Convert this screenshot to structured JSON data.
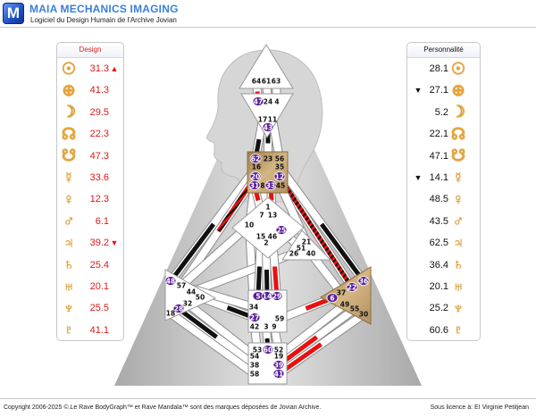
{
  "header": {
    "logo_letter": "M",
    "title": "MAIA MECHANICS IMAGING",
    "subtitle": "Logiciel du Design Humain de l'Archive Jovian"
  },
  "design": {
    "title": "Design",
    "color": "#e01818",
    "rows": [
      {
        "planet": "sun",
        "symbol": "☉",
        "value": "31.3",
        "marker": "▲"
      },
      {
        "planet": "earth",
        "symbol": "⊕",
        "value": "41.3",
        "marker": ""
      },
      {
        "planet": "moon",
        "symbol": "☽",
        "value": "29.5",
        "marker": ""
      },
      {
        "planet": "north-node",
        "symbol": "☊",
        "value": "22.3",
        "marker": ""
      },
      {
        "planet": "south-node",
        "symbol": "☋",
        "value": "47.3",
        "marker": ""
      },
      {
        "planet": "mercury",
        "symbol": "☿",
        "value": "33.6",
        "marker": ""
      },
      {
        "planet": "venus",
        "symbol": "♀",
        "value": "12.3",
        "marker": ""
      },
      {
        "planet": "mars",
        "symbol": "♂",
        "value": "6.1",
        "marker": ""
      },
      {
        "planet": "jupiter",
        "symbol": "♃",
        "value": "39.2",
        "marker": "▼"
      },
      {
        "planet": "saturn",
        "symbol": "♄",
        "value": "25.4",
        "marker": ""
      },
      {
        "planet": "uranus",
        "symbol": "♅",
        "value": "20.1",
        "marker": ""
      },
      {
        "planet": "neptune",
        "symbol": "♆",
        "value": "25.5",
        "marker": ""
      },
      {
        "planet": "pluto",
        "symbol": "♇",
        "value": "41.1",
        "marker": ""
      }
    ]
  },
  "personality": {
    "title": "Personnalité",
    "color": "#111111",
    "rows": [
      {
        "planet": "sun",
        "symbol": "☉",
        "value": "28.1",
        "marker": ""
      },
      {
        "planet": "earth",
        "symbol": "⊕",
        "value": "27.1",
        "marker": "▼"
      },
      {
        "planet": "moon",
        "symbol": "☽",
        "value": "5.2",
        "marker": ""
      },
      {
        "planet": "north-node",
        "symbol": "☊",
        "value": "22.1",
        "marker": ""
      },
      {
        "planet": "south-node",
        "symbol": "☋",
        "value": "47.1",
        "marker": ""
      },
      {
        "planet": "mercury",
        "symbol": "☿",
        "value": "14.1",
        "marker": "▼"
      },
      {
        "planet": "venus",
        "symbol": "♀",
        "value": "48.5",
        "marker": ""
      },
      {
        "planet": "mars",
        "symbol": "♂",
        "value": "43.5",
        "marker": ""
      },
      {
        "planet": "jupiter",
        "symbol": "♃",
        "value": "62.5",
        "marker": ""
      },
      {
        "planet": "saturn",
        "symbol": "♄",
        "value": "36.4",
        "marker": ""
      },
      {
        "planet": "uranus",
        "symbol": "♅",
        "value": "20.1",
        "marker": ""
      },
      {
        "planet": "neptune",
        "symbol": "♆",
        "value": "25.2",
        "marker": ""
      },
      {
        "planet": "pluto",
        "symbol": "♇",
        "value": "60.6",
        "marker": ""
      }
    ]
  },
  "bodygraph": {
    "colors": {
      "defined": "#c2a36e",
      "undefined": "#ffffff",
      "design": "#e81010",
      "personality": "#111111",
      "active_gate": "#5a1e96"
    },
    "centers": [
      {
        "name": "head",
        "defined": false
      },
      {
        "name": "ajna",
        "defined": false
      },
      {
        "name": "throat",
        "defined": true
      },
      {
        "name": "g",
        "defined": false
      },
      {
        "name": "heart",
        "defined": false
      },
      {
        "name": "spleen",
        "defined": false
      },
      {
        "name": "sacral",
        "defined": false
      },
      {
        "name": "root",
        "defined": false
      },
      {
        "name": "solar-plexus",
        "defined": true
      }
    ],
    "active_gates": [
      47,
      43,
      62,
      20,
      12,
      31,
      33,
      25,
      48,
      28,
      5,
      14,
      29,
      27,
      60,
      39,
      41,
      6,
      22,
      36
    ],
    "gates": [
      "64",
      "61",
      "63",
      "47",
      "24",
      "4",
      "17",
      "11",
      "43",
      "62",
      "23",
      "56",
      "16",
      "35",
      "20",
      "12",
      "31",
      "8",
      "33",
      "45",
      "1",
      "7",
      "13",
      "10",
      "25",
      "15",
      "46",
      "2",
      "21",
      "51",
      "26",
      "40",
      "48",
      "57",
      "44",
      "50",
      "32",
      "28",
      "18",
      "5",
      "14",
      "29",
      "34",
      "27",
      "59",
      "42",
      "3",
      "9",
      "53",
      "60",
      "52",
      "54",
      "19",
      "38",
      "39",
      "58",
      "41",
      "36",
      "22",
      "37",
      "6",
      "49",
      "55",
      "30"
    ],
    "channels": [
      {
        "a": 64,
        "b": 47,
        "act": "design",
        "part": "b"
      },
      {
        "a": 61,
        "b": 24,
        "act": "none"
      },
      {
        "a": 63,
        "b": 4,
        "act": "none"
      },
      {
        "a": 17,
        "b": 62,
        "act": "personality",
        "part": "b"
      },
      {
        "a": 43,
        "b": 23,
        "act": "personality",
        "part": "a"
      },
      {
        "a": 11,
        "b": 56,
        "act": "none"
      },
      {
        "a": 16,
        "b": 48,
        "act": "personality",
        "part": "b"
      },
      {
        "a": 20,
        "b": 57,
        "act": "both",
        "part": "a"
      },
      {
        "a": 20,
        "b": 34,
        "act": "none"
      },
      {
        "a": 20,
        "b": 10,
        "act": "none"
      },
      {
        "a": 10,
        "b": 57,
        "act": "none"
      },
      {
        "a": 10,
        "b": 34,
        "act": "none"
      },
      {
        "a": 31,
        "b": 7,
        "act": "design",
        "part": "a"
      },
      {
        "a": 8,
        "b": 1,
        "act": "none"
      },
      {
        "a": 33,
        "b": 13,
        "act": "design",
        "part": "a"
      },
      {
        "a": 12,
        "b": 22,
        "act": "both",
        "part": "full"
      },
      {
        "a": 35,
        "b": 36,
        "act": "personality",
        "part": "b"
      },
      {
        "a": 45,
        "b": 21,
        "act": "none"
      },
      {
        "a": 25,
        "b": 51,
        "act": "both",
        "part": "a"
      },
      {
        "a": 26,
        "b": 44,
        "act": "none"
      },
      {
        "a": 40,
        "b": 37,
        "act": "none"
      },
      {
        "a": 15,
        "b": 5,
        "act": "personality",
        "part": "b"
      },
      {
        "a": 2,
        "b": 14,
        "act": "personality",
        "part": "b"
      },
      {
        "a": 46,
        "b": 29,
        "act": "design",
        "part": "b"
      },
      {
        "a": 50,
        "b": 27,
        "act": "personality",
        "part": "b"
      },
      {
        "a": 57,
        "b": 34,
        "act": "none"
      },
      {
        "a": 59,
        "b": 6,
        "act": "design",
        "part": "b"
      },
      {
        "a": 32,
        "b": 54,
        "act": "none"
      },
      {
        "a": 28,
        "b": 38,
        "act": "personality",
        "part": "a"
      },
      {
        "a": 18,
        "b": 58,
        "act": "none"
      },
      {
        "a": 42,
        "b": 53,
        "act": "none"
      },
      {
        "a": 3,
        "b": 60,
        "act": "personality",
        "part": "b"
      },
      {
        "a": 9,
        "b": 52,
        "act": "none"
      },
      {
        "a": 19,
        "b": 49,
        "act": "none"
      },
      {
        "a": 39,
        "b": 55,
        "act": "design",
        "part": "a"
      },
      {
        "a": 41,
        "b": 30,
        "act": "design",
        "part": "a"
      }
    ]
  },
  "footer": {
    "copyright": "Copyright 2006-2025 ©.Le Rave BodyGraph™ et Rave Mandala™ sont des marques déposées de Jovian Archive.",
    "license": "Sous licence à: EI Virginie Petitjean"
  }
}
